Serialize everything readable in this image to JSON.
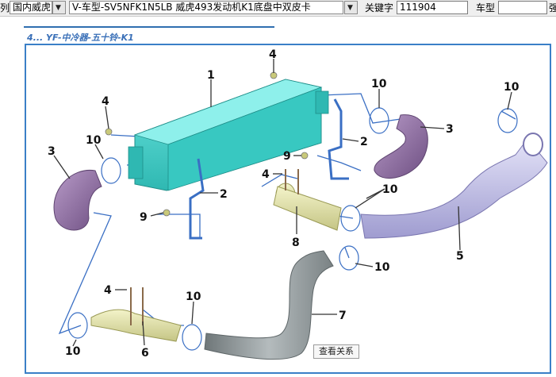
{
  "toolbar": {
    "series_prefix": "列",
    "series_value": "国内威虎",
    "model_value": "V-车型-SV5NFK1N5LB 威虎493发动机K1底盘中双皮卡",
    "keyword_label": "关键字",
    "keyword_value": "111904",
    "vehicle_type_label": "车型",
    "vehicle_type_value": "",
    "cutoff_label": "强"
  },
  "diagram": {
    "title": "4... YF-中冷器-五十铃-K1",
    "callouts": [
      {
        "id": "callout-1",
        "text": "1"
      },
      {
        "id": "callout-2a",
        "text": "2"
      },
      {
        "id": "callout-2b",
        "text": "2"
      },
      {
        "id": "callout-3a",
        "text": "3"
      },
      {
        "id": "callout-3b",
        "text": "3"
      },
      {
        "id": "callout-4a",
        "text": "4"
      },
      {
        "id": "callout-4b",
        "text": "4"
      },
      {
        "id": "callout-4c",
        "text": "4"
      },
      {
        "id": "callout-4d",
        "text": "4"
      },
      {
        "id": "callout-5",
        "text": "5"
      },
      {
        "id": "callout-6",
        "text": "6"
      },
      {
        "id": "callout-7",
        "text": "7"
      },
      {
        "id": "callout-8",
        "text": "8"
      },
      {
        "id": "callout-9a",
        "text": "9"
      },
      {
        "id": "callout-9b",
        "text": "9"
      },
      {
        "id": "callout-10a",
        "text": "10"
      },
      {
        "id": "callout-10b",
        "text": "10"
      },
      {
        "id": "callout-10c",
        "text": "10"
      },
      {
        "id": "callout-10d",
        "text": "10"
      },
      {
        "id": "callout-10e",
        "text": "10"
      },
      {
        "id": "callout-10f",
        "text": "10"
      },
      {
        "id": "callout-10g",
        "text": "10"
      }
    ],
    "tooltip": "查看关系"
  },
  "colors": {
    "intercooler": "#3fd6cf",
    "hose_purple": "#8e6fa0",
    "pipe_lavender": "#c4c2e8",
    "pipe_gray": "#8d9598",
    "sleeve_yellow": "#e6e6a8",
    "frame_blue": "#3a7fc7",
    "leader_blue": "#3a6fc4"
  }
}
